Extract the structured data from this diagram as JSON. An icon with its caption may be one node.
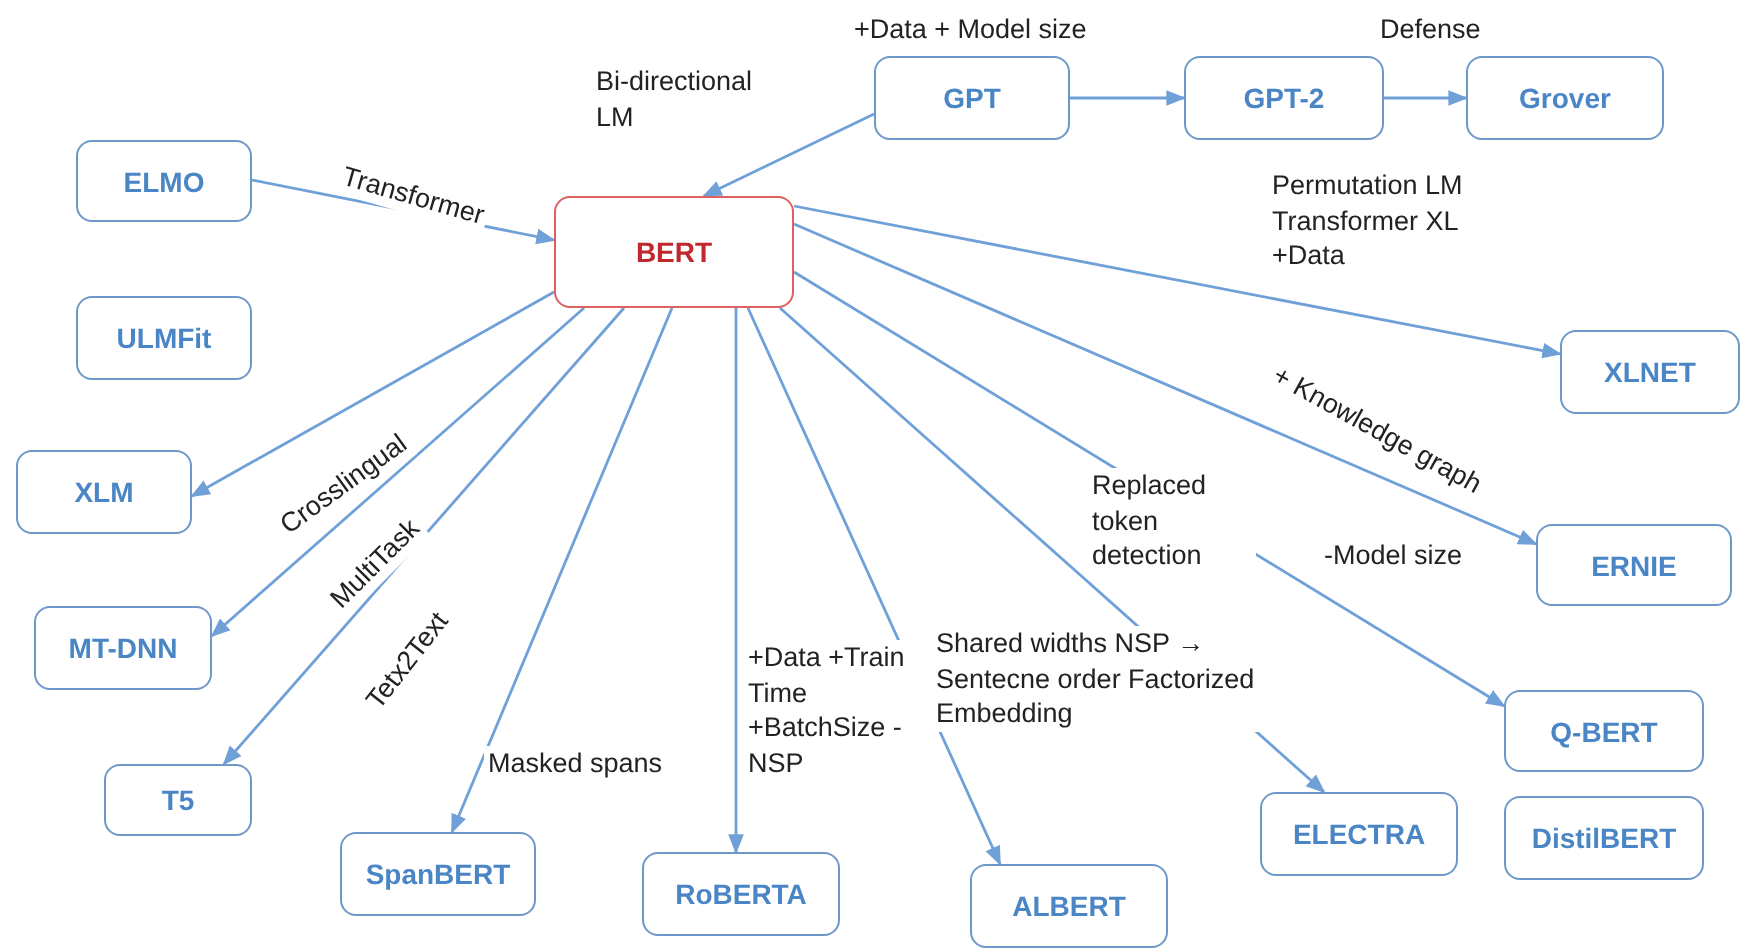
{
  "diagram": {
    "nodes": [
      {
        "text": [
          "GPT"
        ]
      },
      {
        "text": [
          "GPT-2"
        ]
      },
      {
        "text": [
          "Grover"
        ]
      },
      {
        "text": [
          "ELMO"
        ]
      },
      {
        "text": [
          "BERT"
        ]
      },
      {
        "text": [
          "ULMFit"
        ]
      },
      {
        "text": [
          "XLNET"
        ]
      },
      {
        "text": [
          "XLM"
        ]
      },
      {
        "text": [
          "ERNIE"
        ]
      },
      {
        "text": [
          "MT-DNN"
        ]
      },
      {
        "text": [
          "T5"
        ]
      },
      {
        "text": [
          "Q-BERT"
        ]
      },
      {
        "text": [
          "SpanBERT"
        ]
      },
      {
        "text": [
          "RoBERTA"
        ]
      },
      {
        "text": [
          "ALBERT"
        ]
      },
      {
        "text": [
          "ELECTRA"
        ]
      },
      {
        "text": [
          "DistilBERT"
        ]
      }
    ],
    "edges": [
      {
        "from": 0,
        "to": 1,
        "arrow": "to",
        "label": "+Data + Model size"
      },
      {
        "from": 1,
        "to": 2,
        "arrow": "to",
        "label": "Defense"
      },
      {
        "from": 0,
        "to": 4,
        "arrow": "to",
        "label": "Bi-directional LM"
      },
      {
        "from": 3,
        "to": 4,
        "arrow": "to",
        "label": "Transformer"
      },
      {
        "from": 4,
        "to": 6,
        "arrow": "to",
        "label": "Permutation LM Transformer XL +Data"
      },
      {
        "from": 4,
        "to": 8,
        "arrow": "to",
        "label": "+ Knowledge graph"
      },
      {
        "from": 4,
        "to": 11,
        "arrow": "to",
        "label": "-Model size"
      },
      {
        "from": 4,
        "to": 15,
        "arrow": "to",
        "label": "Replaced token detection"
      },
      {
        "from": 4,
        "to": 14,
        "arrow": "to",
        "label": "Shared widths NSP → Sentecne order Factorized Embedding"
      },
      {
        "from": 4,
        "to": 13,
        "arrow": "to",
        "label": "+Data +Train Time +BatchSize -NSP"
      },
      {
        "from": 4,
        "to": 12,
        "arrow": "to",
        "label": "Masked spans"
      },
      {
        "from": 4,
        "to": 10,
        "arrow": "to",
        "label": "Tetx2Text"
      },
      {
        "from": 4,
        "to": 9,
        "arrow": "to",
        "label": "MultiTask"
      },
      {
        "from": 4,
        "to": 7,
        "arrow": "to",
        "label": "Crosslingual"
      }
    ]
  }
}
